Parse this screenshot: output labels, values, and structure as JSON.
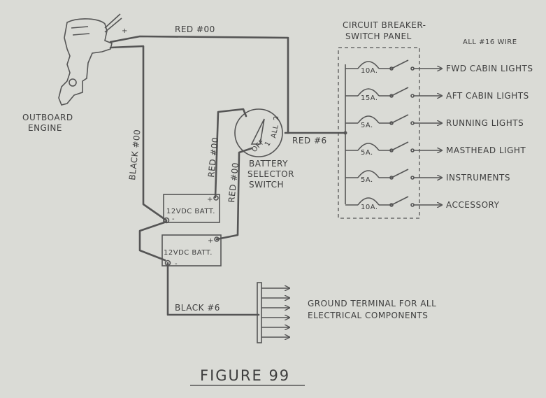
{
  "diagram": {
    "figure_title": "FIGURE 99",
    "engine": {
      "label_line1": "OUTBOARD",
      "label_line2": "ENGINE",
      "plus": "+",
      "minus": "-"
    },
    "wires": {
      "red_top": "RED #00",
      "black_main": "BLACK #00",
      "red_batt1": "RED #00",
      "red_batt2": "RED #00",
      "red_panel": "RED #6",
      "black_ground": "BLACK #6"
    },
    "switch": {
      "label_line1": "BATTERY",
      "label_line2": "SELECTOR",
      "label_line3": "SWITCH",
      "positions": [
        "OFF",
        "1",
        "ALL",
        "2"
      ]
    },
    "batteries": [
      {
        "label": "12VDC BATT.",
        "plus": "+",
        "minus": "-"
      },
      {
        "label": "12VDC BATT.",
        "plus": "+",
        "minus": "-"
      }
    ],
    "panel": {
      "title_line1": "CIRCUIT BREAKER-",
      "title_line2": "SWITCH PANEL",
      "wire_note": "ALL #16 WIRE",
      "circuits": [
        {
          "rating": "10A.",
          "load": "FWD CABIN LIGHTS"
        },
        {
          "rating": "15A.",
          "load": "AFT CABIN LIGHTS"
        },
        {
          "rating": "5A.",
          "load": "RUNNING LIGHTS"
        },
        {
          "rating": "5A.",
          "load": "MASTHEAD LIGHT"
        },
        {
          "rating": "5A.",
          "load": "INSTRUMENTS"
        },
        {
          "rating": "10A.",
          "load": "ACCESSORY"
        }
      ]
    },
    "ground": {
      "label_line1": "GROUND TERMINAL FOR ALL",
      "label_line2": "ELECTRICAL COMPONENTS"
    }
  }
}
